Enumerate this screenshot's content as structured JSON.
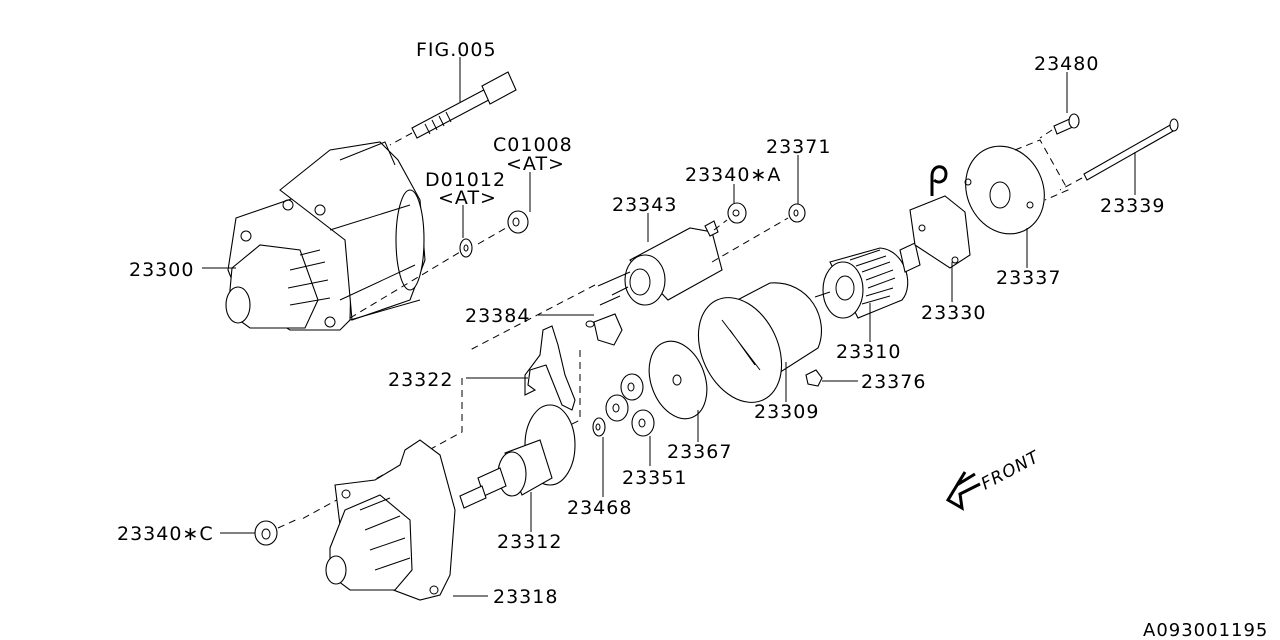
{
  "diagram": {
    "diagram_id": "A093001195",
    "front_label": "FRONT",
    "colors": {
      "line": "#000000",
      "background": "#ffffff"
    },
    "callouts": {
      "fig005": "FIG.005",
      "c01008": "C01008",
      "c01008_sub": "<AT>",
      "d01012": "D01012",
      "d01012_sub": "<AT>",
      "p23300": "23300",
      "p23343": "23343",
      "p23340a": "23340∗A",
      "p23371": "23371",
      "p23480": "23480",
      "p23339": "23339",
      "p23337": "23337",
      "p23330": "23330",
      "p23310": "23310",
      "p23384": "23384",
      "p23322": "23322",
      "p23376": "23376",
      "p23309": "23309",
      "p23367": "23367",
      "p23351": "23351",
      "p23468": "23468",
      "p23312": "23312",
      "p23340c": "23340∗C",
      "p23318": "23318"
    }
  }
}
